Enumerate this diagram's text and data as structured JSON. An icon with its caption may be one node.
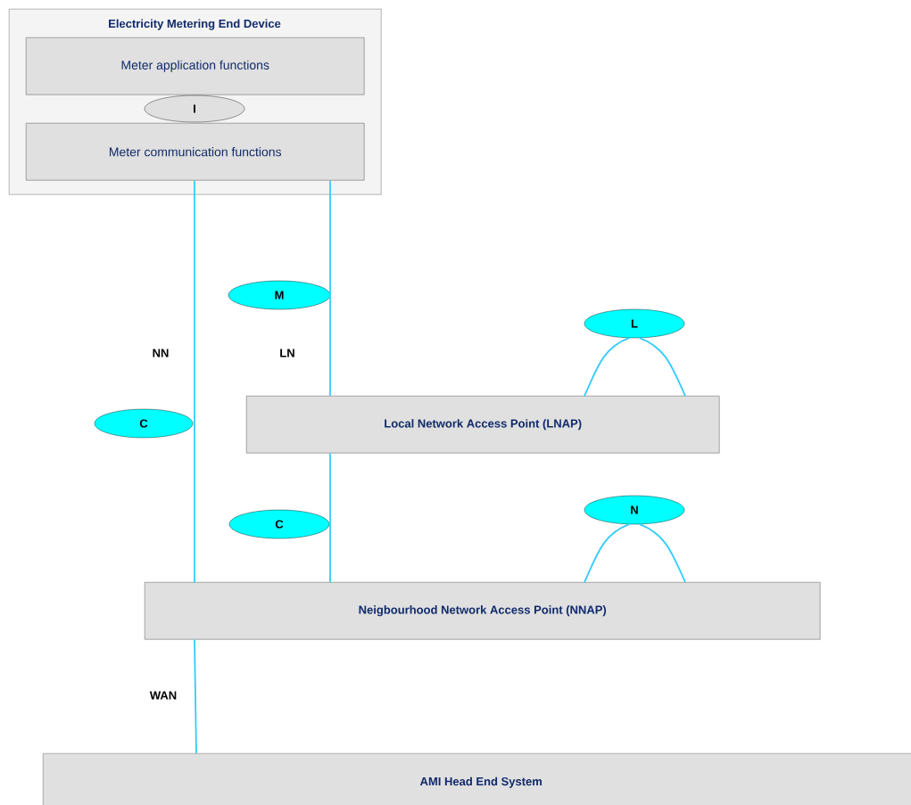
{
  "diagram": {
    "nodes": [
      {
        "text": [
          "Electricity Metering End Device"
        ]
      },
      {
        "text": [
          "Meter application functions"
        ],
        "in": 0
      },
      {
        "text": [
          "I"
        ],
        "in": 0
      },
      {
        "text": [
          "Meter communication functions"
        ],
        "in": 0
      },
      {
        "text": [
          "M"
        ]
      },
      {
        "text": [
          "L"
        ]
      },
      {
        "text": [
          "C"
        ]
      },
      {
        "text": [
          "Local Network Access Point (LNAP)"
        ]
      },
      {
        "text": [
          "C"
        ]
      },
      {
        "text": [
          "N"
        ]
      },
      {
        "text": [
          "Neigbourhood Network Access Point (NNAP)"
        ]
      },
      {
        "text": [
          "AMI Head End System"
        ]
      }
    ],
    "edges": [
      {
        "from": 3,
        "to": 10,
        "arrow": "none",
        "label": "NN"
      },
      {
        "from": 3,
        "to": 7,
        "arrow": "none",
        "label": "LN"
      },
      {
        "from": 7,
        "to": 10,
        "arrow": "none"
      },
      {
        "from": 10,
        "to": 11,
        "arrow": "none",
        "label": "WAN"
      },
      {
        "from": 7,
        "to": 5,
        "arrow": "none"
      },
      {
        "from": 5,
        "to": 7,
        "arrow": "none"
      },
      {
        "from": 10,
        "to": 9,
        "arrow": "none"
      },
      {
        "from": 9,
        "to": 10,
        "arrow": "none"
      }
    ]
  }
}
